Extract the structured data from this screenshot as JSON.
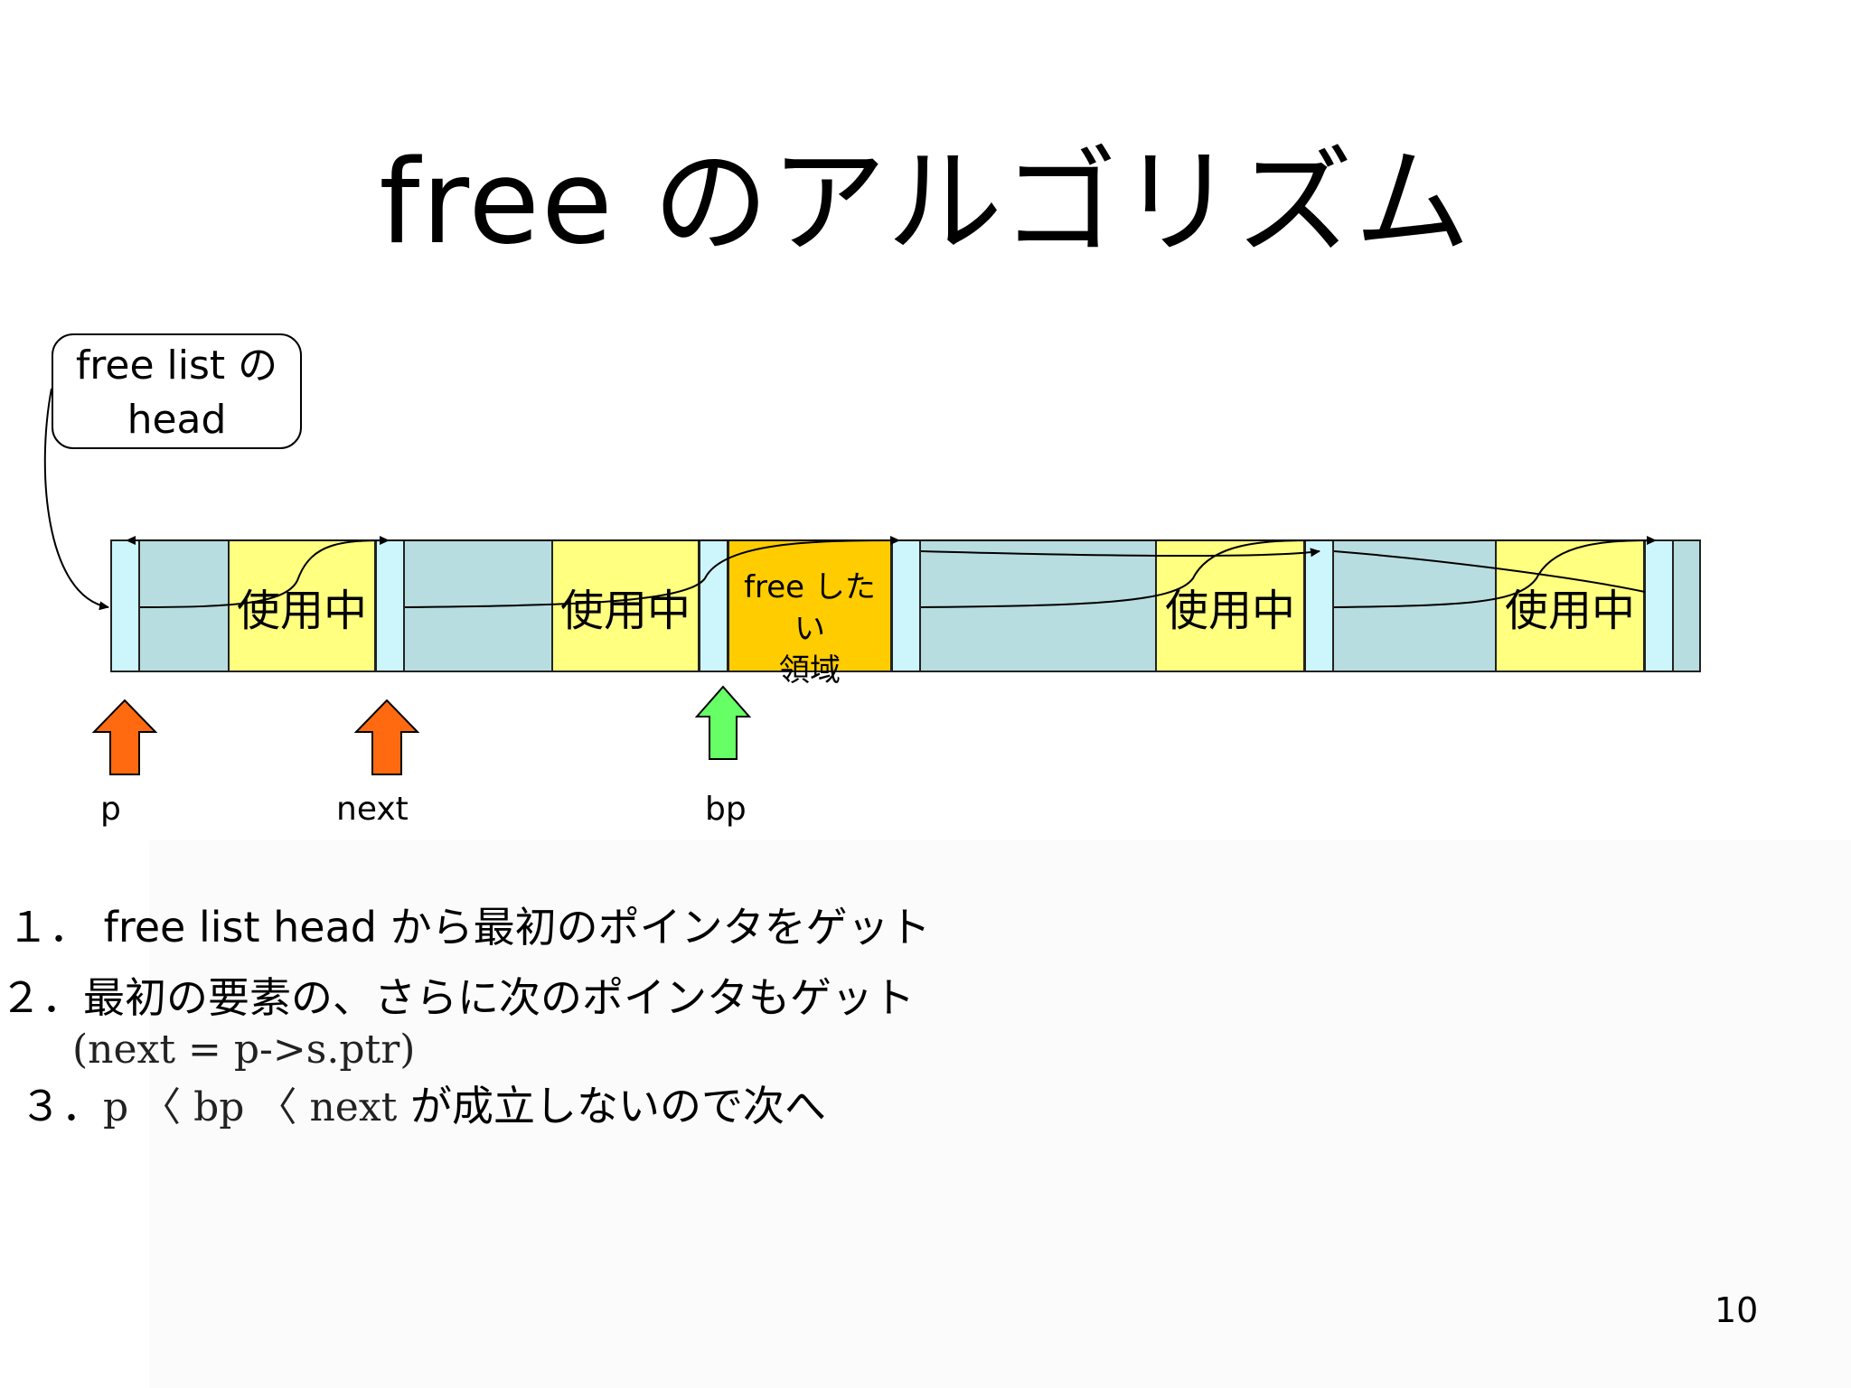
{
  "title": "free のアルゴリズム",
  "callout": {
    "line1": "free list の",
    "line2": "head"
  },
  "blocks": {
    "used_label": "使用中",
    "free_line1": "free したい",
    "free_line2": "領域"
  },
  "pointers": [
    {
      "label": "p",
      "color": "#ff6a10"
    },
    {
      "label": "next",
      "color": "#ff6a10"
    },
    {
      "label": "bp",
      "color": "#66ff66"
    }
  ],
  "steps": {
    "s1": "１． free list head から最初のポインタをゲット",
    "s2": "２．最初の要素の、さらに次のポインタもゲット",
    "s2_code": "(next = p->s.ptr)",
    "s3_num": "３．",
    "s3_code": "p 〈 bp 〈 next",
    "s3_text": "が成立しないので次へ"
  },
  "colors": {
    "header": "#ccf6fb",
    "unused": "#b8dde0",
    "used": "#ffff80",
    "free_target": "#ffcc00"
  },
  "page_number": "10"
}
